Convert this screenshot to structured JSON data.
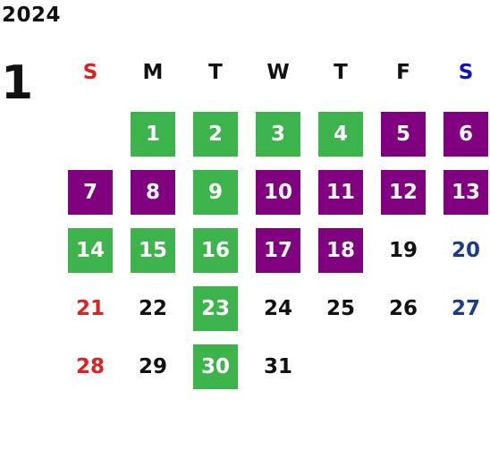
{
  "calendar": {
    "year": "2024",
    "month": "1",
    "weekdays": [
      {
        "label": "S",
        "color": "#e02020"
      },
      {
        "label": "M",
        "color": "#111111"
      },
      {
        "label": "T",
        "color": "#111111"
      },
      {
        "label": "W",
        "color": "#111111"
      },
      {
        "label": "T",
        "color": "#111111"
      },
      {
        "label": "F",
        "color": "#111111"
      },
      {
        "label": "S",
        "color": "#1010d0"
      }
    ],
    "colors": {
      "green": "#3cb44b",
      "purple": "#800080",
      "highlight_text": "#ffffff",
      "plain_text": "#111111",
      "sunday_text": "#e02020",
      "saturday_text": "#1a3a8a"
    },
    "days": [
      {
        "day": "1",
        "style": "green"
      },
      {
        "day": "2",
        "style": "green"
      },
      {
        "day": "3",
        "style": "green"
      },
      {
        "day": "4",
        "style": "green"
      },
      {
        "day": "5",
        "style": "purple"
      },
      {
        "day": "6",
        "style": "purple"
      },
      {
        "day": "7",
        "style": "purple"
      },
      {
        "day": "8",
        "style": "purple"
      },
      {
        "day": "9",
        "style": "green"
      },
      {
        "day": "10",
        "style": "purple"
      },
      {
        "day": "11",
        "style": "purple"
      },
      {
        "day": "12",
        "style": "purple"
      },
      {
        "day": "13",
        "style": "purple"
      },
      {
        "day": "14",
        "style": "green"
      },
      {
        "day": "15",
        "style": "green"
      },
      {
        "day": "16",
        "style": "green"
      },
      {
        "day": "17",
        "style": "purple"
      },
      {
        "day": "18",
        "style": "purple"
      },
      {
        "day": "19",
        "style": "plain"
      },
      {
        "day": "20",
        "style": "plain"
      },
      {
        "day": "21",
        "style": "plain"
      },
      {
        "day": "22",
        "style": "plain"
      },
      {
        "day": "23",
        "style": "green"
      },
      {
        "day": "24",
        "style": "plain"
      },
      {
        "day": "25",
        "style": "plain"
      },
      {
        "day": "26",
        "style": "plain"
      },
      {
        "day": "27",
        "style": "plain"
      },
      {
        "day": "28",
        "style": "plain"
      },
      {
        "day": "29",
        "style": "plain"
      },
      {
        "day": "30",
        "style": "green"
      },
      {
        "day": "31",
        "style": "plain"
      }
    ]
  }
}
